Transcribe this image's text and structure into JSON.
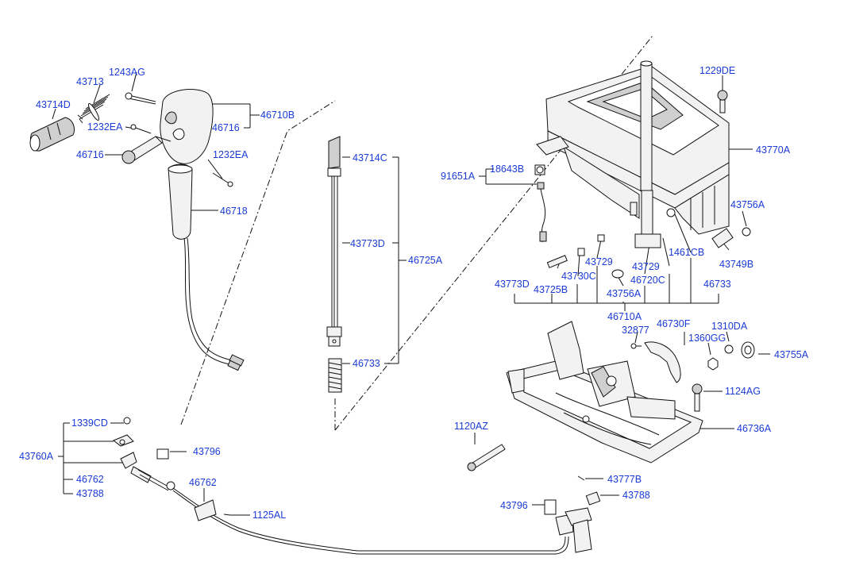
{
  "labels": {
    "p1243AG": "1243AG",
    "p43713": "43713",
    "p43714D": "43714D",
    "p1232EA_a": "1232EA",
    "p46716_a": "46716",
    "p46710B": "46710B",
    "p46716_b": "46716",
    "p1232EA_b": "1232EA",
    "p46718": "46718",
    "p43714C": "43714C",
    "p43773D_a": "43773D",
    "p46725A": "46725A",
    "p46733_a": "46733",
    "p1229DE": "1229DE",
    "p43770A": "43770A",
    "p91651A": "91651A",
    "p18643B": "18643B",
    "p43756A_a": "43756A",
    "p1461CB": "1461CB",
    "p43749B": "43749B",
    "p43729_a": "43729",
    "p43729_b": "43729",
    "p43730C": "43730C",
    "p46720C": "46720C",
    "p43773D_b": "43773D",
    "p43725B": "43725B",
    "p43756A_b": "43756A",
    "p46733_b": "46733",
    "p46710A": "46710A",
    "p32877": "32877",
    "p46730F": "46730F",
    "p1310DA": "1310DA",
    "p1360GG": "1360GG",
    "p43755A": "43755A",
    "p1124AG": "1124AG",
    "p46736A": "46736A",
    "p1120AZ": "1120AZ",
    "p1339CD": "1339CD",
    "p43760A": "43760A",
    "p43796_a": "43796",
    "p46762_a": "46762",
    "p46762_b": "46762",
    "p43788_a": "43788",
    "p1125AL": "1125AL",
    "p43777B": "43777B",
    "p43796_b": "43796",
    "p43788_b": "43788"
  }
}
